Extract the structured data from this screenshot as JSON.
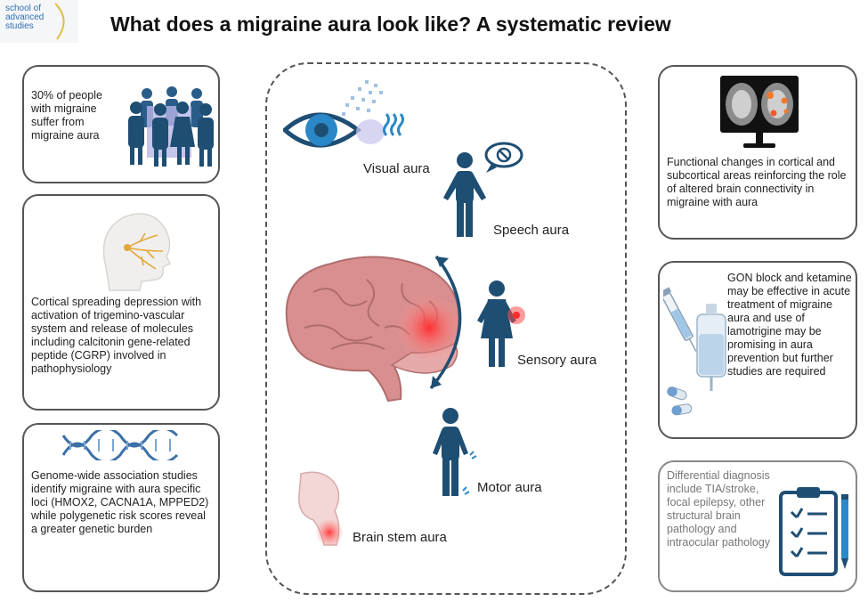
{
  "logo": {
    "line1": "school of",
    "line2": "advanced",
    "line3": "studies"
  },
  "title": "What does a migraine aura look like? A systematic review",
  "left_cards": [
    {
      "text": "30% of people with migraine suffer from migraine aura"
    },
    {
      "text": "Cortical spreading depression with activation of trigemino-vascular system and release of molecules including calcitonin gene-related peptide (CGRP) involved in pathophysiology"
    },
    {
      "text": "Genome-wide association studies identify migraine with aura specific loci (HMOX2, CACNA1A, MPPED2) while polygenetic risk scores reveal a greater genetic burden"
    }
  ],
  "auras": {
    "visual": "Visual aura",
    "speech": "Speech aura",
    "sensory": "Sensory aura",
    "motor": "Motor aura",
    "brainstem": "Brain stem aura"
  },
  "right_cards": [
    {
      "text": "Functional changes in cortical and subcortical areas reinforcing the role of altered brain connectivity in migraine with aura"
    },
    {
      "text": "GON block and ketamine may be effective in acute treatment of migraine aura and use of lamotrigine may be promising in aura prevention but further studies are required"
    },
    {
      "text": "Differential diagnosis include TIA/stroke, focal epilepsy, other structural brain pathology and intraocular pathology"
    }
  ],
  "colors": {
    "figure_blue": "#1f4e73",
    "aura_red": "#e8323c",
    "brain_pink": "#d98f8f",
    "eye_blue": "#2b88c8"
  }
}
